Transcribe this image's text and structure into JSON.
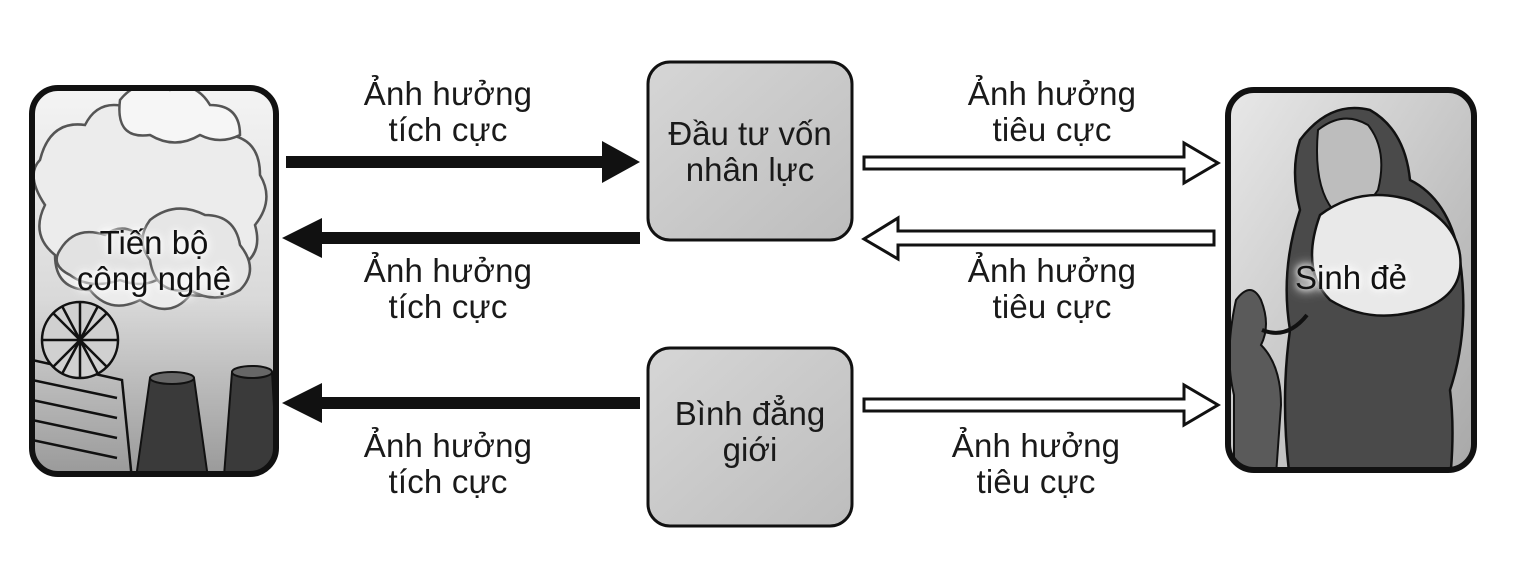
{
  "nodes": {
    "technology": {
      "label": "Tiến bộ\ncông nghệ"
    },
    "human_capital": {
      "label": "Đầu tư vốn\nnhân lực"
    },
    "gender_equality": {
      "label": "Bình đẳng\ngiới"
    },
    "fertility": {
      "label": "Sinh đẻ"
    }
  },
  "edges": [
    {
      "from": "technology",
      "to": "human_capital",
      "label": "Ảnh hưởng\ntích cực",
      "style": "solid-black"
    },
    {
      "from": "human_capital",
      "to": "technology",
      "label": "Ảnh hưởng\ntích cực",
      "style": "solid-black"
    },
    {
      "from": "human_capital",
      "to": "fertility",
      "label": "Ảnh hưởng\ntiêu cực",
      "style": "hollow"
    },
    {
      "from": "fertility",
      "to": "human_capital",
      "label": "Ảnh hưởng\ntiêu cực",
      "style": "hollow"
    },
    {
      "from": "gender_equality",
      "to": "technology",
      "label": "Ảnh hưởng\ntích cực",
      "style": "solid-black"
    },
    {
      "from": "gender_equality",
      "to": "fertility",
      "label": "Ảnh hưởng\ntiêu cực",
      "style": "hollow"
    }
  ]
}
